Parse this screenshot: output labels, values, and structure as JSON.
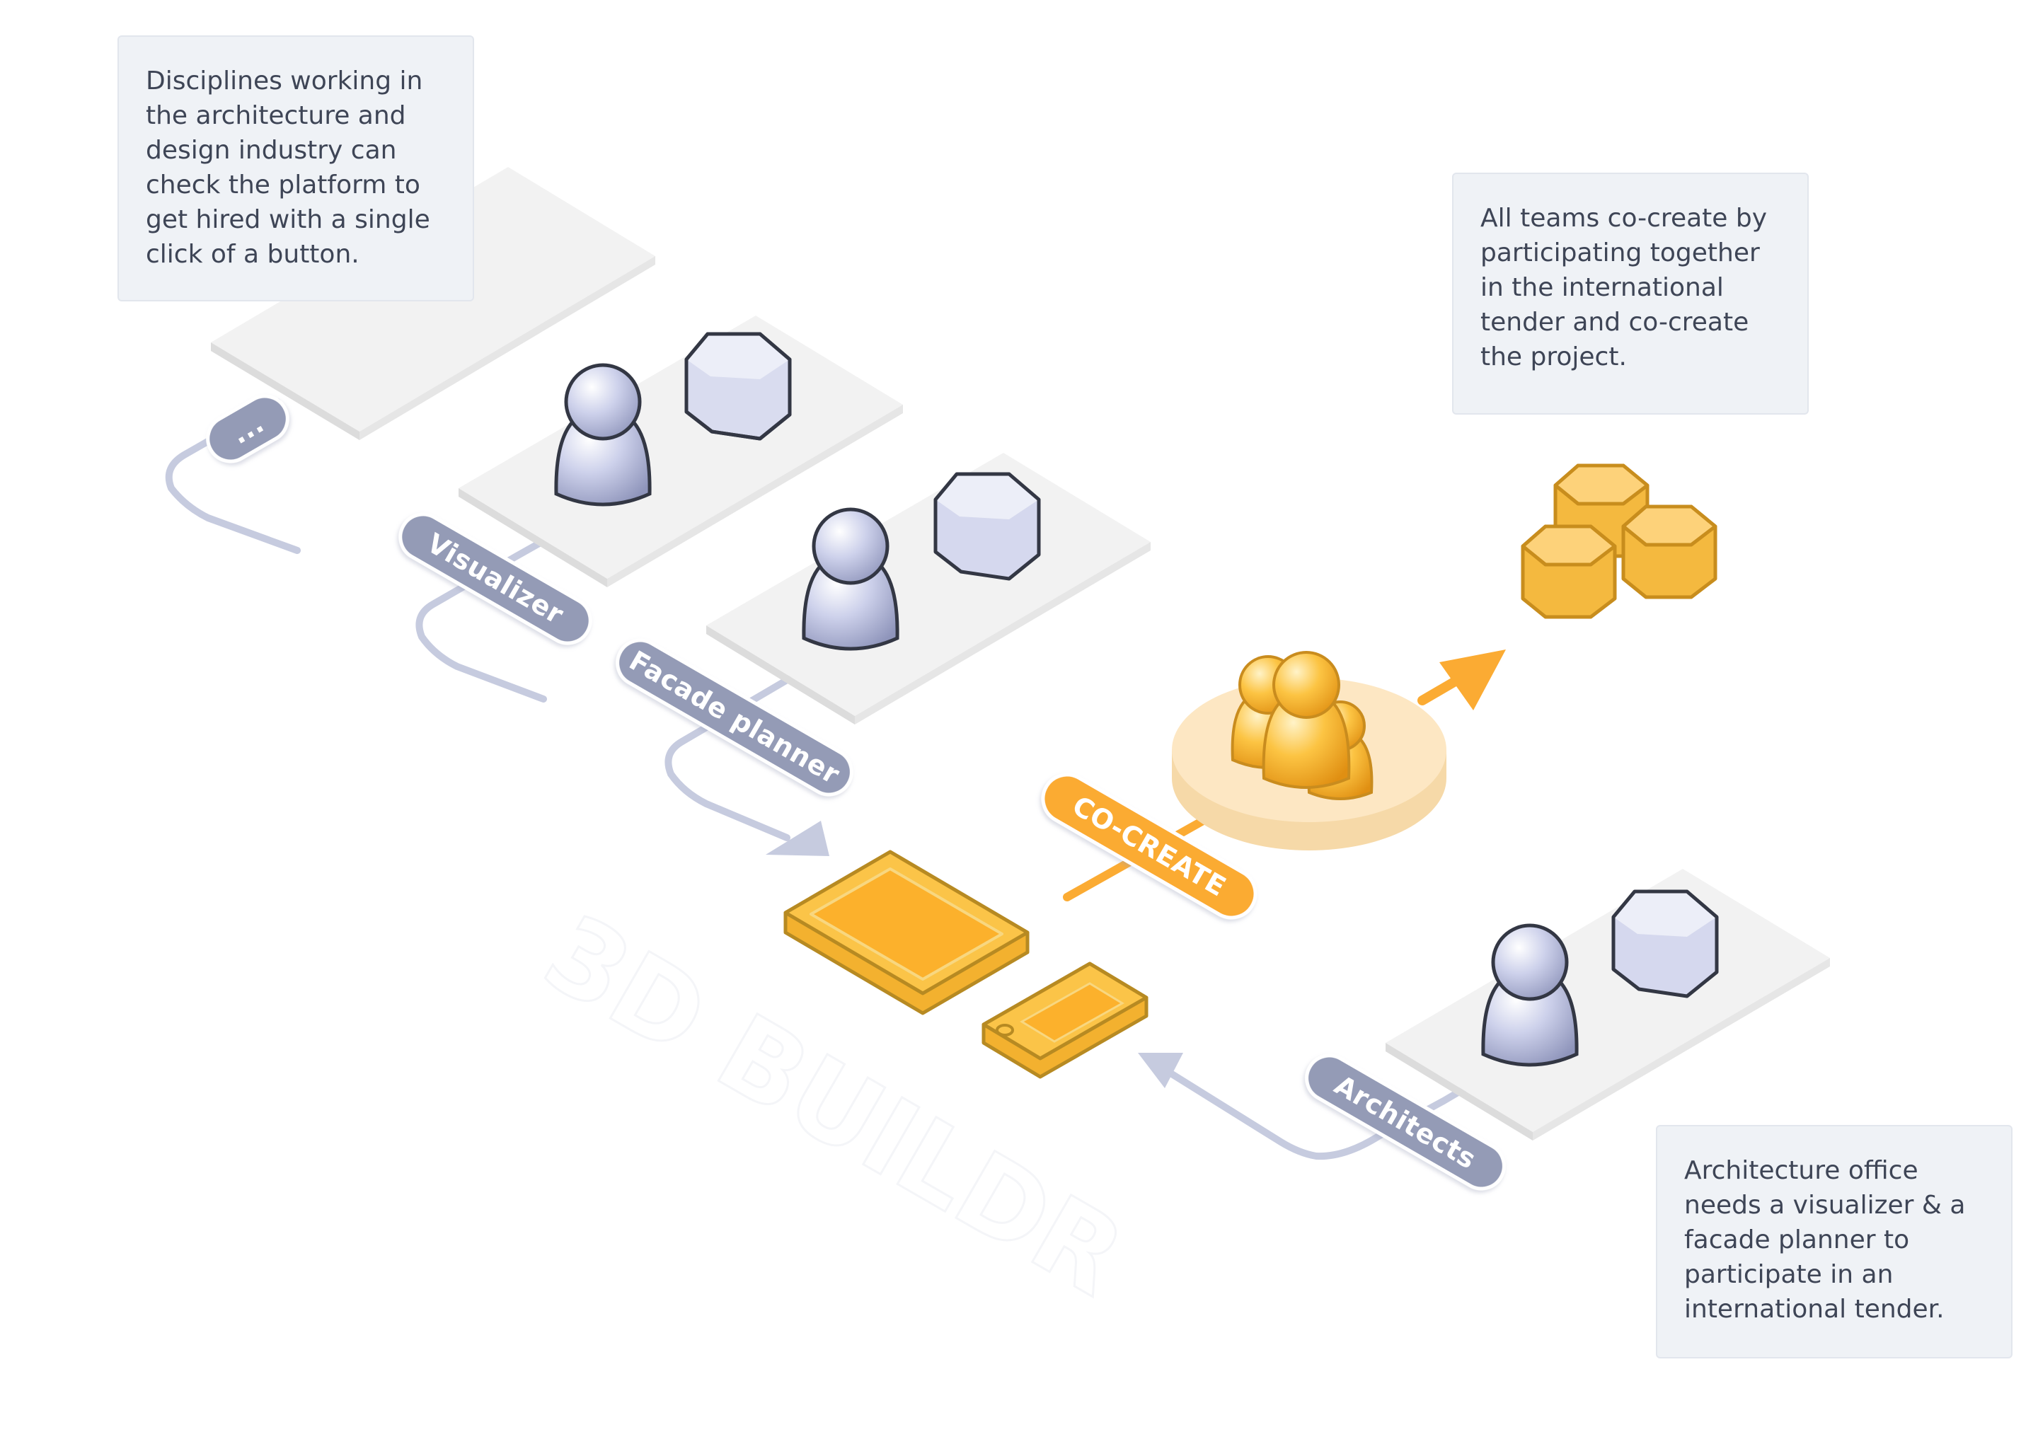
{
  "notes": {
    "top_left": "Disciplines working in\nthe architecture and\ndesign industry can\ncheck the platform to\nget hired with a single\nclick of a button.",
    "top_right": "All teams co-create by\nparticipating together\nin the international\ntender and co-create\nthe project.",
    "bottom_right": "Architecture office\nneeds a visualizer & a\nfacade planner to\nparticipate in an\ninternational tender."
  },
  "labels": {
    "more": "...",
    "visualizer": "Visualizer",
    "facade_planner": "Facade planner",
    "co_create": "CO-CREATE",
    "architects": "Architects"
  },
  "watermark": "3D BUILDR",
  "colors": {
    "pill": "#949bb6",
    "accent": "#fbab33",
    "person": "#c9cde8",
    "outline": "#333744",
    "platform": "#f1f1f1",
    "path": "#c6cbdf"
  }
}
